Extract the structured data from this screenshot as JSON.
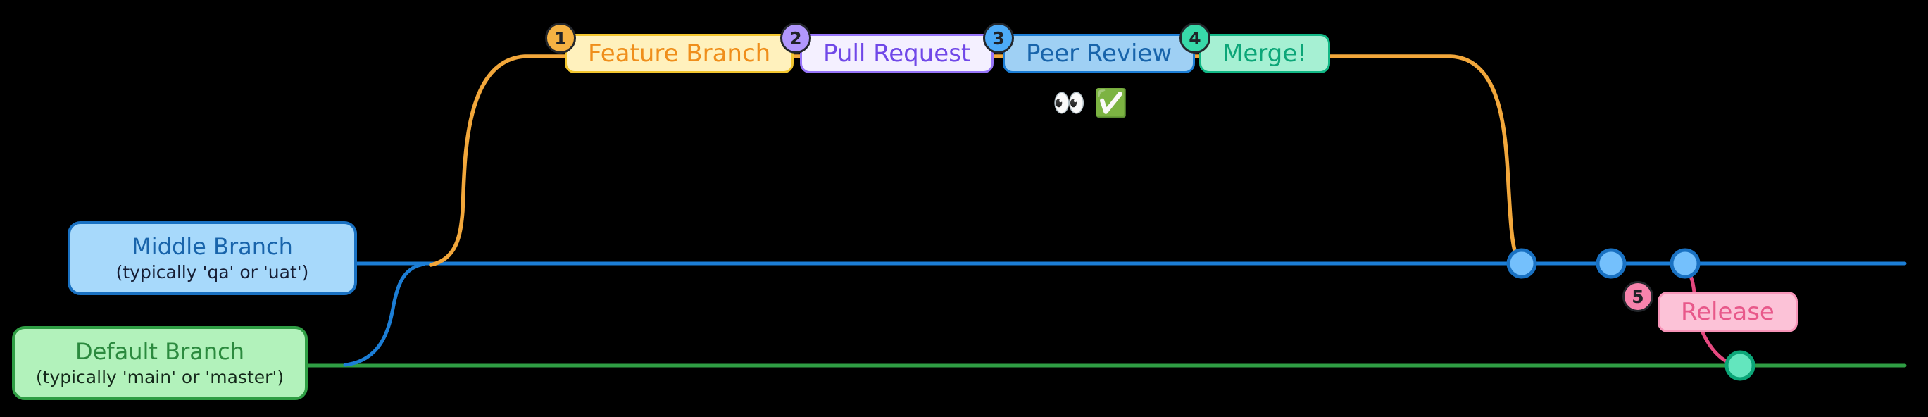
{
  "canvas": {
    "background": "#000000"
  },
  "steps": [
    {
      "number": "1",
      "label": "Feature Branch",
      "badge_color": "#f5b243",
      "box_fill": "#fff1bd",
      "box_border": "#f3c62e",
      "text_color": "#ef8e1b"
    },
    {
      "number": "2",
      "label": "Pull Request",
      "badge_color": "#b197fc",
      "box_fill": "#f4f0ff",
      "box_border": "#9775fa",
      "text_color": "#7048e8"
    },
    {
      "number": "3",
      "label": "Peer Review",
      "badge_color": "#4dabf7",
      "box_fill": "#9fd0f4",
      "box_border": "#1c7ed6",
      "text_color": "#1864ab"
    },
    {
      "number": "4",
      "label": "Merge!",
      "badge_color": "#38d9a9",
      "box_fill": "#a6f0d3",
      "box_border": "#12b886",
      "text_color": "#0ca678"
    }
  ],
  "peer_review_reactions": "👀 ✅",
  "branch_labels": {
    "middle": {
      "title": "Middle Branch",
      "subtitle": "(typically 'qa' or 'uat')",
      "box_fill": "#a7d9fb",
      "box_border": "#1971c2",
      "title_color": "#1864ab",
      "subtitle_color": "#161d33"
    },
    "default": {
      "title": "Default Branch",
      "subtitle": "(typically 'main' or 'master')",
      "box_fill": "#b2f2bb",
      "box_border": "#2f9e44",
      "title_color": "#2b8a3e",
      "subtitle_color": "#14281a"
    }
  },
  "release": {
    "number": "5",
    "label": "Release",
    "badge_color": "#f783ac",
    "box_fill": "#fcc2d7",
    "box_border": "#f794b8",
    "text_color": "#e8588a"
  },
  "lines": {
    "feature_color": "#f2a73b",
    "middle_color": "#1c7ed6",
    "default_color": "#2f9e44",
    "release_color": "#e64980",
    "commit_dot_fill": "#74c0fc",
    "commit_dot_stroke": "#1971c2",
    "release_dot_fill": "#63e6be",
    "release_dot_stroke": "#0ca678"
  }
}
